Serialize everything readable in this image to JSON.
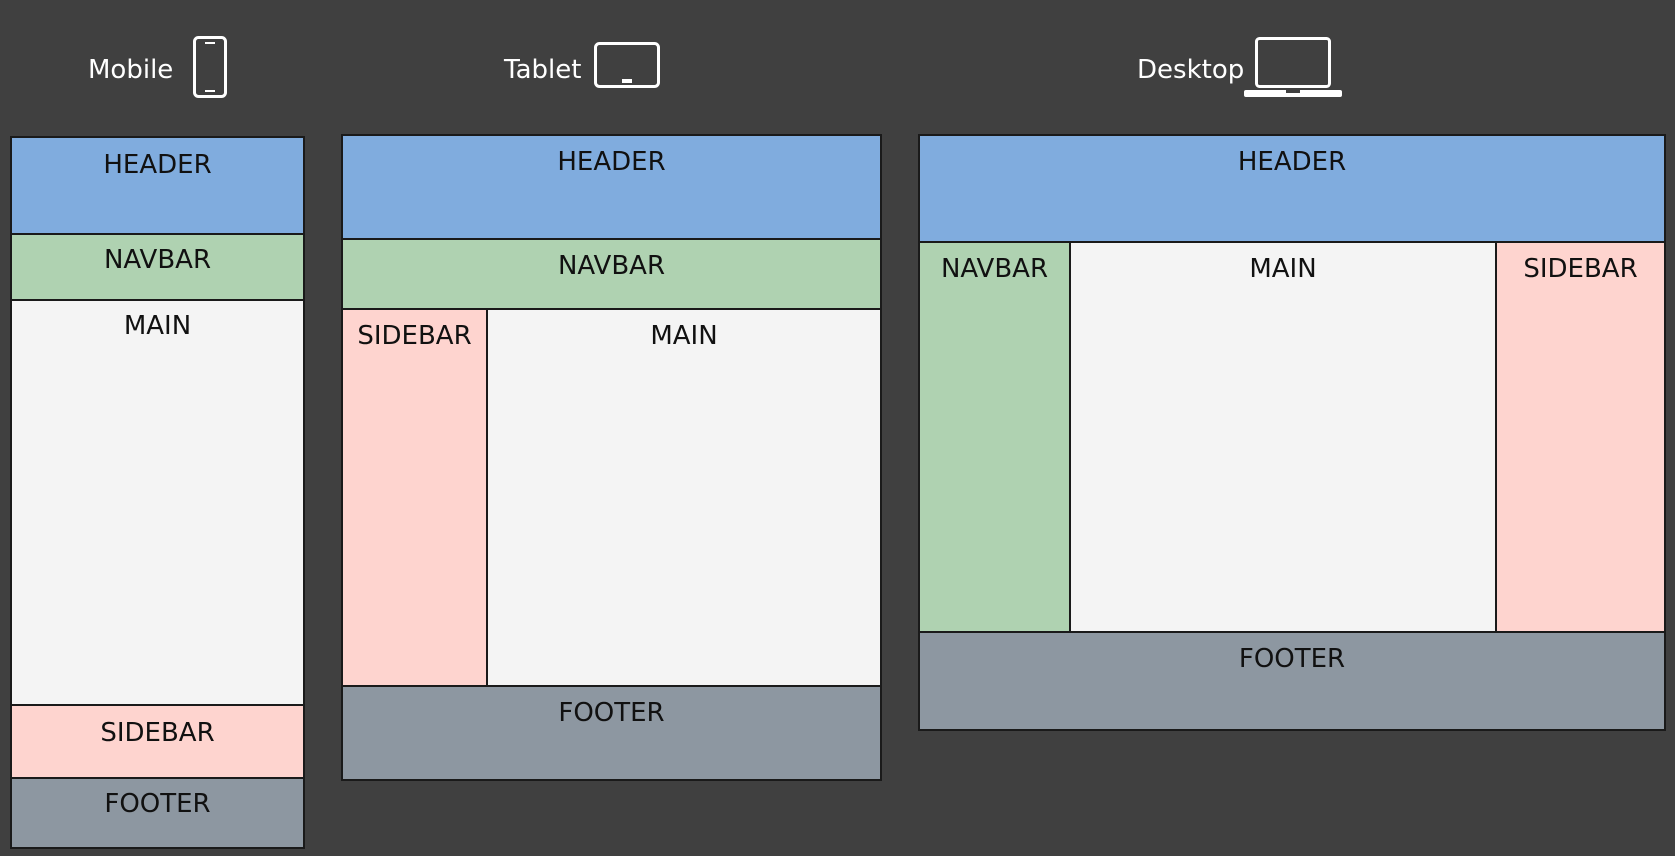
{
  "colors": {
    "background": "#404040",
    "header": "#80acde",
    "navbar": "#afd2b1",
    "main": "#f4f4f4",
    "sidebar": "#fed4cf",
    "footer": "#8d97a1"
  },
  "mobile": {
    "title": "Mobile",
    "icon": "phone-icon",
    "header": "HEADER",
    "navbar": "NAVBAR",
    "main": "MAIN",
    "sidebar": "SIDEBAR",
    "footer": "FOOTER"
  },
  "tablet": {
    "title": "Tablet",
    "icon": "tablet-icon",
    "header": "HEADER",
    "navbar": "NAVBAR",
    "sidebar": "SIDEBAR",
    "main": "MAIN",
    "footer": "FOOTER"
  },
  "desktop": {
    "title": "Desktop",
    "icon": "laptop-icon",
    "header": "HEADER",
    "navbar": "NAVBAR",
    "main": "MAIN",
    "sidebar": "SIDEBAR",
    "footer": "FOOTER"
  }
}
